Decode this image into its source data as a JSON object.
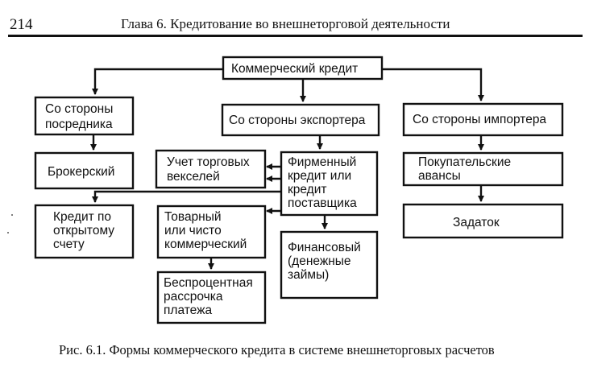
{
  "header": {
    "page_number": "214",
    "chapter_title": "Глава 6. Кредитование во внешнеторговой деятельности"
  },
  "diagram": {
    "root": "Коммерческий кредит",
    "intermediary": "Со стороны посредника",
    "exporter": "Со стороны экспортера",
    "importer": "Со стороны импортера",
    "brokerage": "Брокерский",
    "bills": "Учет торговых векселей",
    "firm_credit": "Фирменный кредит или кредит поставщика",
    "prepayment": "Покупательские авансы",
    "open_account": "Кредит по открытому счету",
    "goods_credit": "Товарный или чисто коммерческий",
    "deposit": "Задаток",
    "financial": "Финансовый (денежные займы)",
    "installment": "Беспроцентная рассрочка платежа"
  },
  "caption": "Рис. 6.1. Формы коммерческого кредита в системе внешнеторговых расчетов"
}
